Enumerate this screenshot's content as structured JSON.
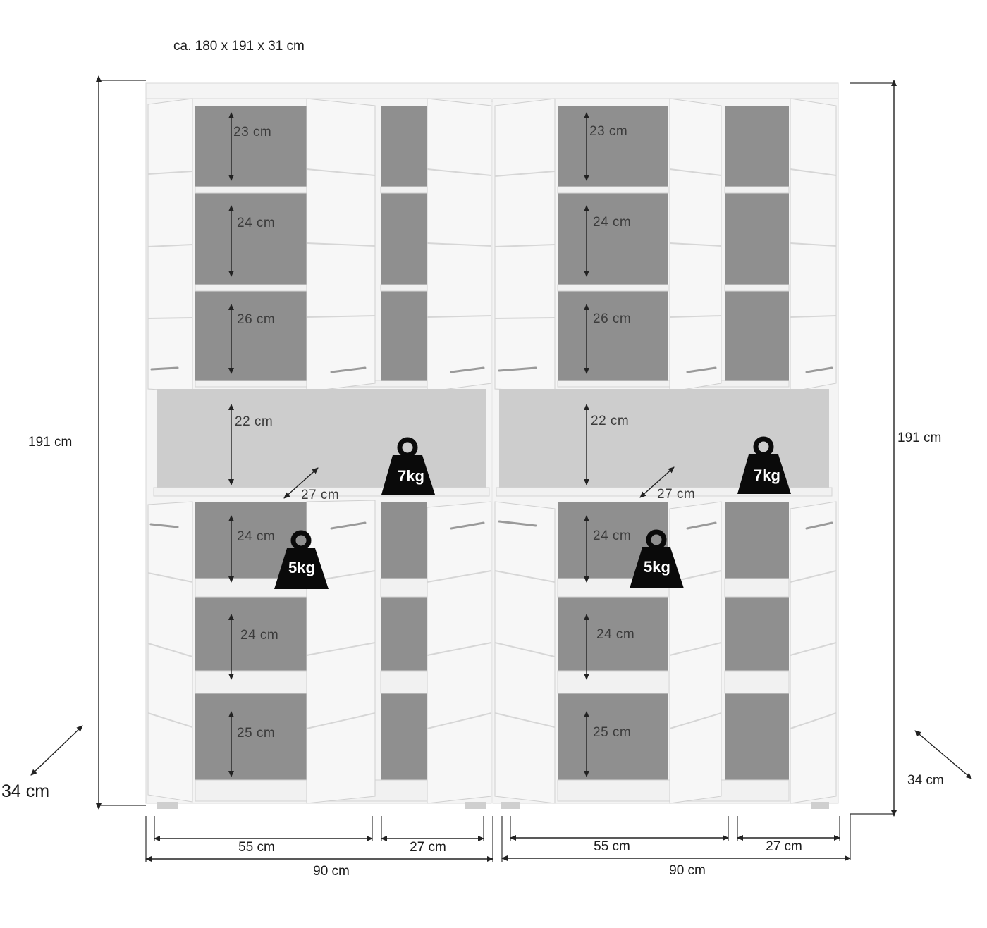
{
  "header": {
    "overall_size": "ca. 180 x 191 x 31 cm"
  },
  "outer": {
    "height_left": "191 cm",
    "height_right": "191 cm",
    "depth_left": "34 cm",
    "depth_right": "34 cm"
  },
  "units": [
    {
      "width_total": "90 cm",
      "width_left": "55 cm",
      "width_right": "27 cm",
      "upper": [
        "23 cm",
        "24 cm",
        "26 cm"
      ],
      "open": {
        "height": "22 cm",
        "depth": "27 cm",
        "load": "7kg"
      },
      "lower": [
        "24 cm",
        "24 cm",
        "25 cm"
      ],
      "lower_load": "5kg"
    },
    {
      "width_total": "90 cm",
      "width_left": "55 cm",
      "width_right": "27 cm",
      "upper": [
        "23 cm",
        "24 cm",
        "26 cm"
      ],
      "open": {
        "height": "22 cm",
        "depth": "27 cm",
        "load": "7kg"
      },
      "lower": [
        "24 cm",
        "24 cm",
        "25 cm"
      ],
      "lower_load": "5kg"
    }
  ],
  "colors": {
    "interior": "#8f8f8f",
    "doors": "#f7f7f7",
    "text": "#1c1c1c",
    "weight": "#0a0a0a"
  },
  "icons": {
    "weight": "kettlebell-weight-icon",
    "arrow": "double-arrow-icon"
  }
}
